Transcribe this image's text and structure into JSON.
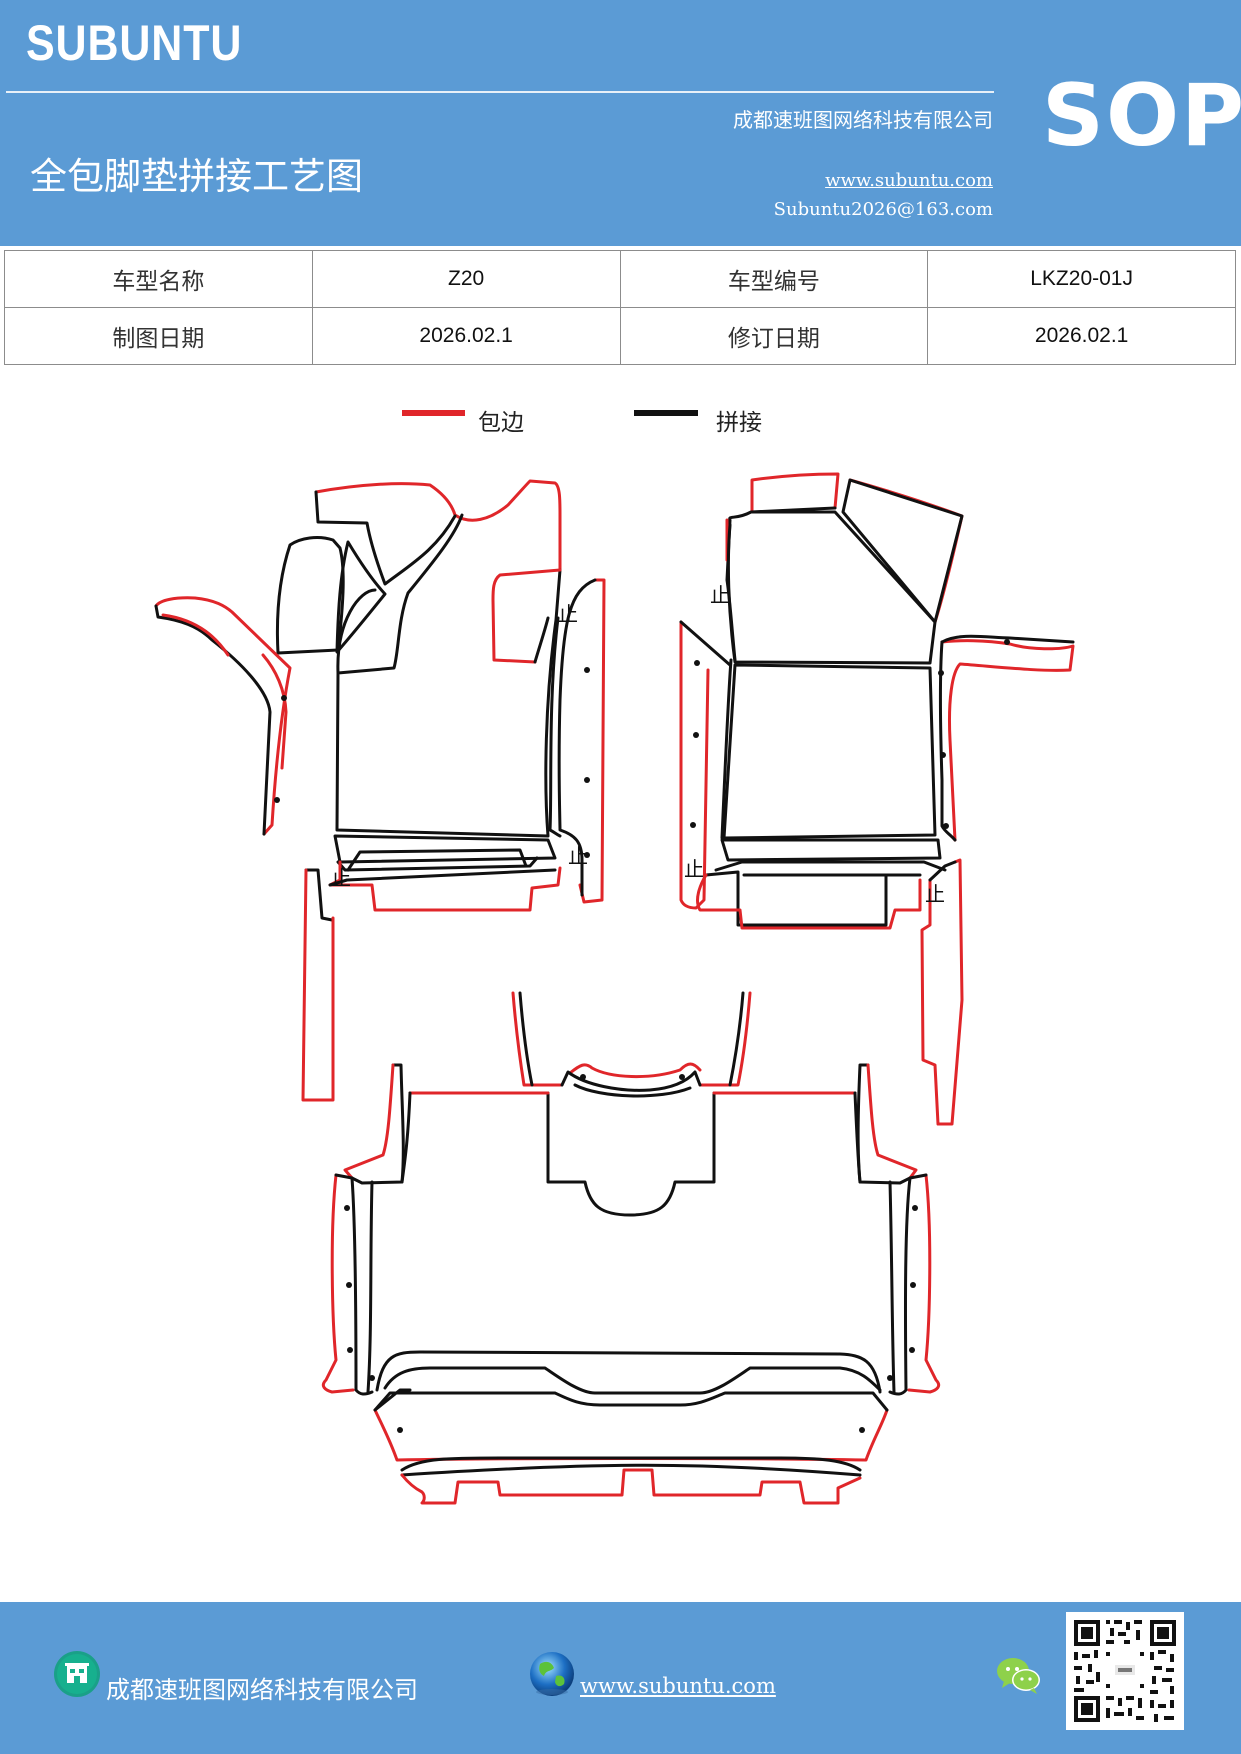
{
  "header": {
    "brand": "SUBUNTU",
    "company": "成都速班图网络科技有限公司",
    "title": "全包脚垫拼接工艺图",
    "website": "www.subuntu.com",
    "email": "Subuntu2026@163.com",
    "badge": "SOP"
  },
  "info": {
    "model_name_label": "车型名称",
    "model_name_value": "Z20",
    "model_code_label": "车型编号",
    "model_code_value": "LKZ20-01J",
    "draw_date_label": "制图日期",
    "draw_date_value": "2026.02.1",
    "revise_date_label": "修订日期",
    "revise_date_value": "2026.02.1"
  },
  "legend": {
    "edge_label": "包边",
    "edge_color": "#e0262a",
    "join_label": "拼接",
    "join_color": "#111111"
  },
  "diagram": {
    "stop_mark": "止"
  },
  "footer": {
    "company": "成都速班图网络科技有限公司",
    "website": "www.subuntu.com",
    "icons": [
      "building-icon",
      "globe-icon",
      "wechat-icon",
      "qr-code"
    ]
  }
}
